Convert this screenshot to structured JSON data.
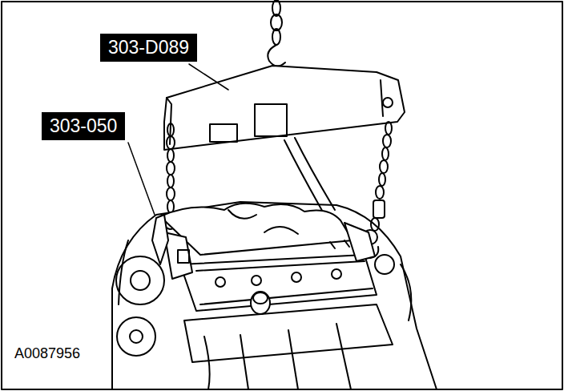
{
  "diagram": {
    "labels": [
      "303-D089",
      "303-050",
      "A0087956"
    ]
  }
}
